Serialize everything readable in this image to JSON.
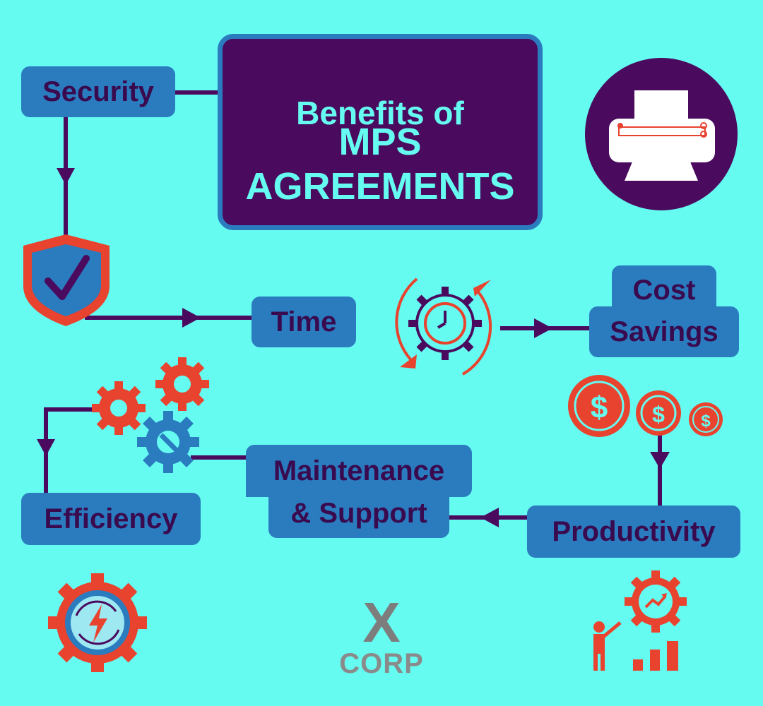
{
  "title": {
    "line1": "Benefits of",
    "line2": "MPS",
    "line3": "AGREEMENTS"
  },
  "nodes": {
    "security": "Security",
    "time": "Time",
    "cost_savings_line1": "Cost",
    "cost_savings_line2": "Savings",
    "productivity": "Productivity",
    "maintenance_line1": "Maintenance",
    "maintenance_line2": "& Support",
    "efficiency": "Efficiency"
  },
  "logo": {
    "mark": "X",
    "name": "CORP"
  },
  "icons": [
    "printer-icon",
    "shield-check-icon",
    "clock-gear-icon",
    "dollar-coins-icon",
    "gears-wrench-icon",
    "energy-gear-icon",
    "growth-chart-icon"
  ],
  "colors": {
    "background": "#66fbf1",
    "box": "#2b7bbf",
    "text": "#3a0a4e",
    "title_bg": "#4a0a5e",
    "title_text": "#66fbf1",
    "accent": "#e8432e",
    "connector": "#4a0a5e"
  }
}
